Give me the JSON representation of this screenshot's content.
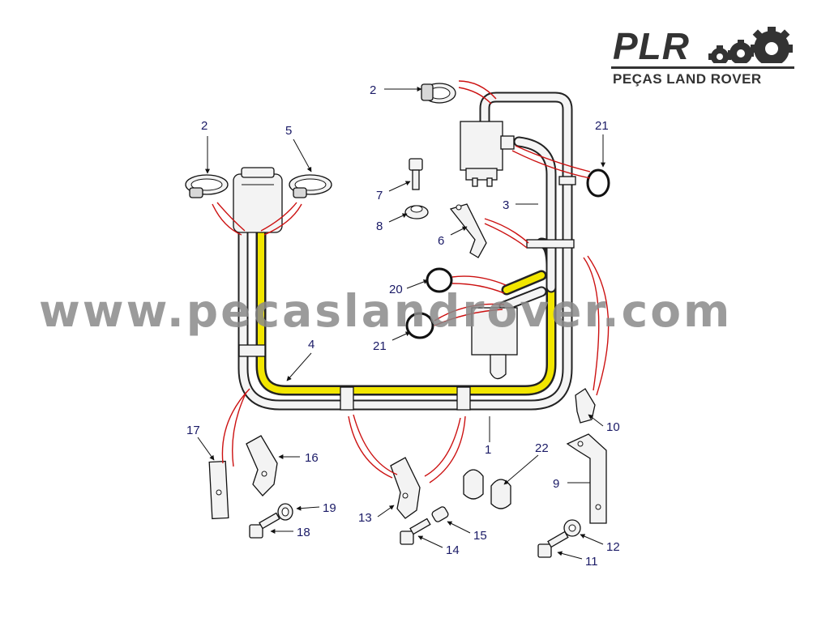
{
  "logo": {
    "brand": "PLR",
    "subtitle": "PEÇAS LAND ROVER",
    "icon": "gears-icon"
  },
  "watermark": "www.pecaslandrover.com",
  "colors": {
    "pipe_highlight": "#f2e600",
    "leader_red": "#cc1111",
    "callout_blue": "#1a1a66",
    "logo_gray": "#333333"
  },
  "callouts": [
    {
      "label": "2"
    },
    {
      "label": "5"
    },
    {
      "label": "2"
    },
    {
      "label": "21"
    },
    {
      "label": "7"
    },
    {
      "label": "8"
    },
    {
      "label": "3"
    },
    {
      "label": "6"
    },
    {
      "label": "20"
    },
    {
      "label": "21"
    },
    {
      "label": "4"
    },
    {
      "label": "17"
    },
    {
      "label": "16"
    },
    {
      "label": "19"
    },
    {
      "label": "18"
    },
    {
      "label": "13"
    },
    {
      "label": "15"
    },
    {
      "label": "14"
    },
    {
      "label": "22"
    },
    {
      "label": "1"
    },
    {
      "label": "10"
    },
    {
      "label": "9"
    },
    {
      "label": "12"
    },
    {
      "label": "11"
    }
  ]
}
